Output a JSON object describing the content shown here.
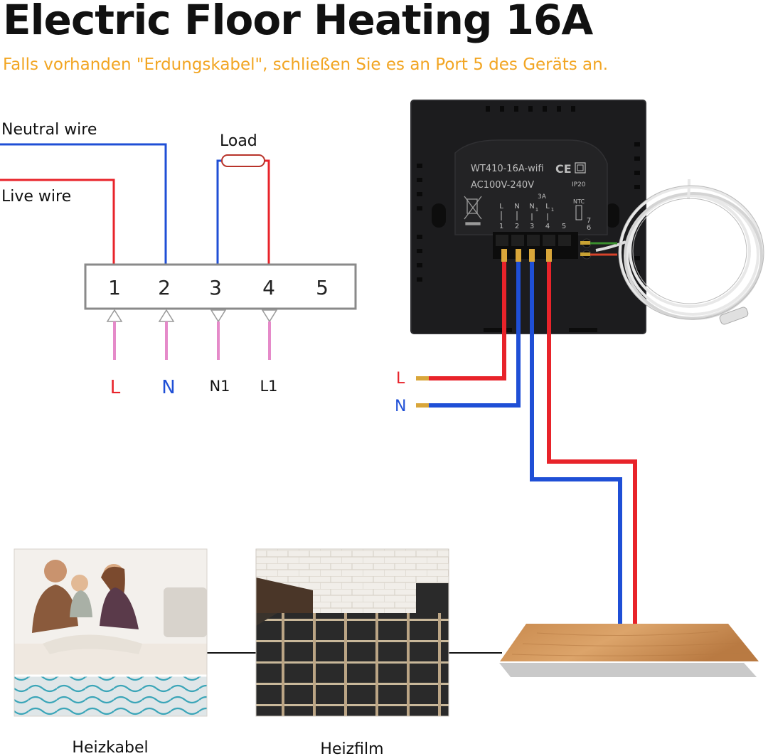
{
  "header": {
    "title": "Electric Floor Heating 16A",
    "subtitle": "Falls vorhanden \"Erdungskabel\", schließen Sie es an Port 5 des Geräts an."
  },
  "schematic": {
    "neutral_label": "Neutral wire",
    "live_label": "Live wire",
    "load_label": "Load",
    "terminals": [
      "1",
      "2",
      "3",
      "4",
      "5"
    ],
    "bottom_labels": [
      "L",
      "N",
      "N1",
      "L1"
    ]
  },
  "device": {
    "model": "WT410-16A-wifi",
    "ce_mark": "CE",
    "voltage": "AC100V-240V",
    "ip_rating": "IP20",
    "current_3a": "3A",
    "ntc_label": "NTC",
    "terminal_letters": [
      "L",
      "N",
      "N",
      "L"
    ],
    "terminal_subs": [
      "",
      "",
      "1",
      "1"
    ],
    "terminal_numbers": [
      "1",
      "2",
      "3",
      "4",
      "5"
    ],
    "ntc_numbers": [
      "7",
      "6"
    ]
  },
  "wiring": {
    "live_tag": "L",
    "neutral_tag": "N"
  },
  "photos": {
    "cable_label": "Heizkabel",
    "film_label": "Heizfilm"
  },
  "colors": {
    "live": "#e8232a",
    "neutral": "#1f4fd6",
    "load_wire": "#e58ac9",
    "accent": "#f2a522",
    "device_body": "#1c1c1e"
  }
}
